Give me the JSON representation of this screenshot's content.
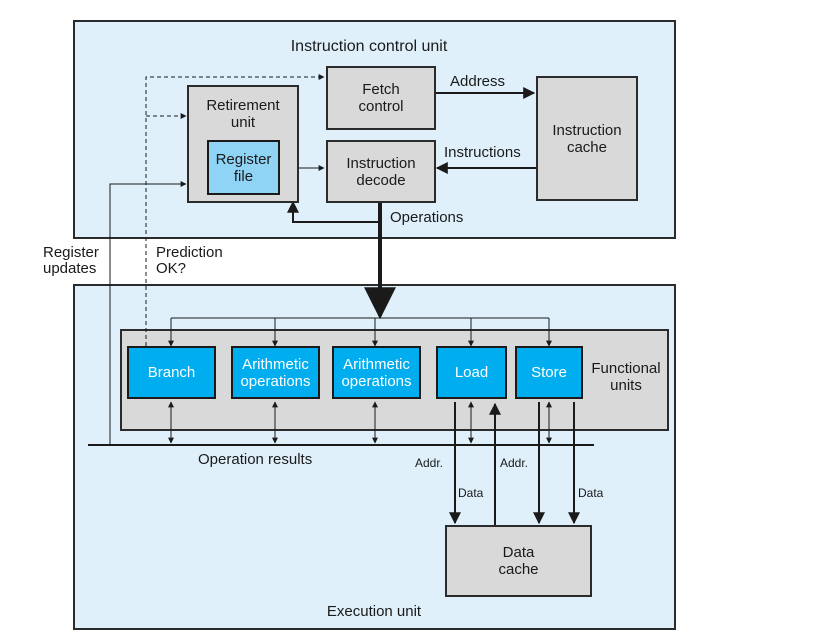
{
  "instruction_control_unit": {
    "title": "Instruction control unit",
    "fetch_control": "Fetch\ncontrol",
    "address_label": "Address",
    "instruction_cache": "Instruction\ncache",
    "instructions_label": "Instructions",
    "retirement_unit": "Retirement\nunit",
    "register_file": "Register\nfile",
    "instruction_decode": "Instruction\ndecode",
    "operations_label": "Operations"
  },
  "side_labels": {
    "register_updates": "Register\nupdates",
    "prediction_ok": "Prediction\nOK?"
  },
  "execution_unit": {
    "title": "Execution unit",
    "functional_units_label": "Functional\nunits",
    "units": [
      {
        "label": "Branch"
      },
      {
        "label": "Arithmetic\noperations"
      },
      {
        "label": "Arithmetic\noperations"
      },
      {
        "label": "Load"
      },
      {
        "label": "Store"
      }
    ],
    "operation_results": "Operation results",
    "load_addr": "Addr.",
    "load_data": "Data",
    "store_addr": "Addr.",
    "store_data": "Data",
    "data_cache": "Data\ncache"
  },
  "colors": {
    "region_fill": "#dff0fb",
    "box_fill": "#d9d9d9",
    "unit_fill": "#00aeef",
    "register_file_fill": "#8fd3f5"
  }
}
